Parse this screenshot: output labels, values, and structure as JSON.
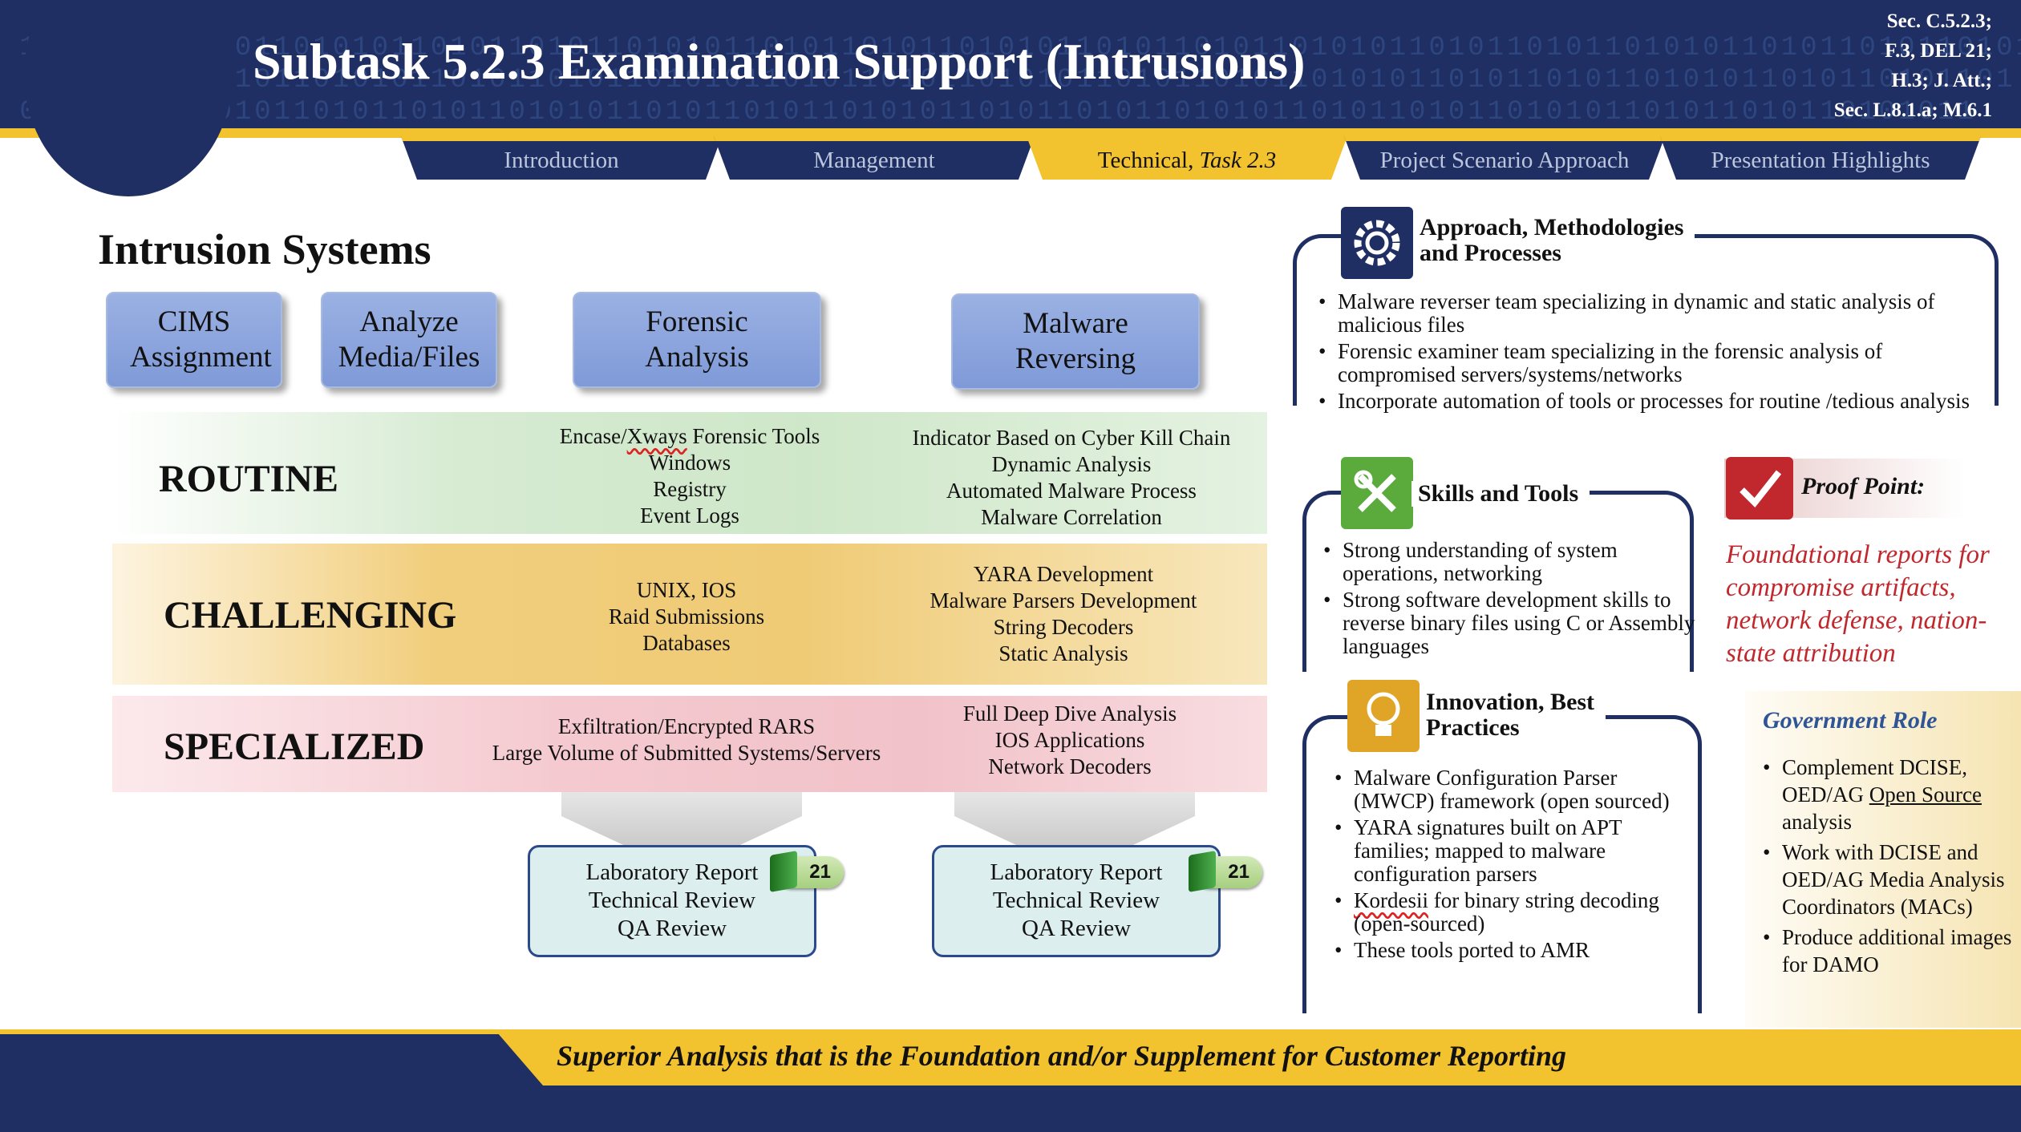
{
  "header": {
    "title": "Subtask 5.2.3 Examination Support (Intrusions)",
    "section_refs": [
      "Sec. C.5.2.3;",
      "F.3, DEL 21;",
      "H.3; J. Att.;",
      "Sec. L.8.1.a; M.6.1"
    ]
  },
  "tabs": [
    {
      "label": "Introduction"
    },
    {
      "label": "Management"
    },
    {
      "label": "Technical, ",
      "label_italic": "Task 2.3"
    },
    {
      "label": "Project Scenario Approach"
    },
    {
      "label": "Presentation Highlights"
    }
  ],
  "intrusion": {
    "title": "Intrusion Systems",
    "columns": [
      "CIMS Assignment",
      "Analyze Media/Files",
      "Forensic Analysis",
      "Malware Reversing"
    ],
    "levels": {
      "routine": {
        "label": "ROUTINE",
        "forensic": [
          "Windows",
          "Registry",
          "Event Logs"
        ],
        "forensic_first_a": "Encase/",
        "forensic_first_b": "Xways",
        "forensic_first_c": " Forensic Tools",
        "malware": [
          "Indicator Based on Cyber Kill Chain",
          "Dynamic Analysis",
          "Automated Malware Process",
          "Malware Correlation"
        ]
      },
      "challenging": {
        "label": "CHALLENGING",
        "forensic": [
          "UNIX, IOS",
          "Raid Submissions",
          "Databases"
        ],
        "malware": [
          "YARA Development",
          "Malware Parsers Development",
          "String Decoders",
          "Static Analysis"
        ]
      },
      "specialized": {
        "label": "SPECIALIZED",
        "forensic": [
          "Exfiltration/Encrypted RARS",
          "Large Volume of Submitted Systems/Servers"
        ],
        "malware": [
          "Full Deep Dive Analysis",
          "IOS Applications",
          "Network Decoders"
        ]
      }
    },
    "reports": [
      {
        "lines": [
          "Laboratory Report",
          "Technical Review",
          "QA Review"
        ],
        "badge": "21"
      },
      {
        "lines": [
          "Laboratory Report",
          "Technical Review",
          "QA Review"
        ],
        "badge": "21"
      }
    ]
  },
  "approach": {
    "title_lines": [
      "Approach, Methodologies",
      "and Processes"
    ],
    "bullets": [
      "Malware reverser team specializing in dynamic and static analysis of malicious files",
      "Forensic examiner team specializing in the forensic analysis of compromised servers/systems/networks",
      "Incorporate automation of tools or processes for routine /tedious analysis"
    ]
  },
  "skills": {
    "title": "Skills and Tools",
    "bullets": [
      "Strong understanding of system operations, networking",
      "Strong software development skills to reverse binary files using C or Assembly languages"
    ]
  },
  "innovation": {
    "title_lines": [
      "Innovation, Best",
      "Practices"
    ],
    "bullets": [
      "Malware Configuration Parser (MWCP) framework (open sourced)",
      "YARA signatures built on APT families; mapped to malware configuration parsers",
      "These tools ported to AMR"
    ],
    "kordesii_word": "Kordesii",
    "kordesii_rest": " for binary string decoding (open-sourced)"
  },
  "proof": {
    "title": "Proof Point:",
    "text": "Foundational reports for compromise artifacts, network defense, nation-state attribution"
  },
  "government": {
    "title": "Government Role",
    "b1_a": "Complement DCISE, OED/AG ",
    "b1_link": "Open Source",
    "b1_b": " analysis",
    "b2": "Work with DCISE and OED/AG Media Analysis Coordinators (MACs)",
    "b3": "Produce additional images for DAMO"
  },
  "footer": {
    "tagline": "Superior Analysis that is the Foundation and/or Supplement for Customer Reporting"
  },
  "colors": {
    "navy": "#1f2e63",
    "gold": "#f2c32e",
    "proof_red": "#c0282e",
    "gov_blue": "#2f5597"
  },
  "icons": [
    "gear-icon",
    "tools-icon",
    "lightbulb-icon",
    "checkmark-icon",
    "book-icon"
  ]
}
